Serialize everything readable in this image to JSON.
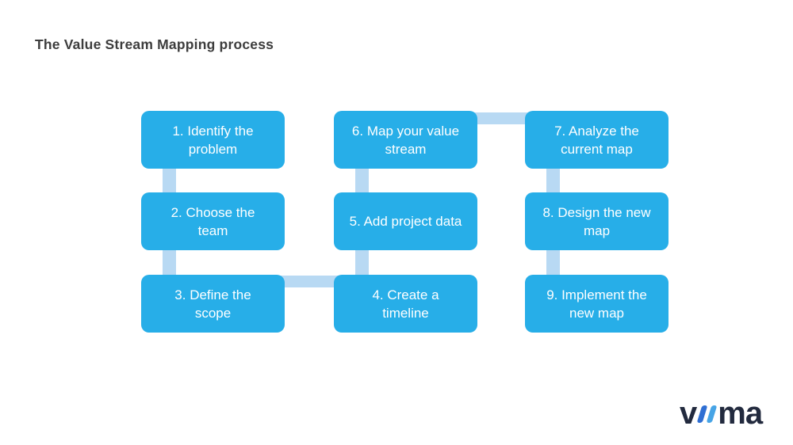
{
  "title": "The Value Stream Mapping process",
  "diagram": {
    "type": "process-flow",
    "flow_order": "1 > 2 > 3 > 4 > 5 > 6 > 7 > 8 > 9",
    "steps": [
      {
        "id": 1,
        "label": "1. Identify the\nproblem",
        "column": "left",
        "row": "top"
      },
      {
        "id": 2,
        "label": "2. Choose the\nteam",
        "column": "left",
        "row": "middle"
      },
      {
        "id": 3,
        "label": "3. Define the\nscope",
        "column": "left",
        "row": "bottom"
      },
      {
        "id": 4,
        "label": "4. Create a\ntimeline",
        "column": "middle",
        "row": "bottom"
      },
      {
        "id": 5,
        "label": "5. Add project data",
        "column": "middle",
        "row": "middle"
      },
      {
        "id": 6,
        "label": "6. Map your value\nstream",
        "column": "middle",
        "row": "top"
      },
      {
        "id": 7,
        "label": "7. Analyze the\ncurrent map",
        "column": "right",
        "row": "top"
      },
      {
        "id": 8,
        "label": "8. Design the new\nmap",
        "column": "right",
        "row": "middle"
      },
      {
        "id": 9,
        "label": "9. Implement the\nnew map",
        "column": "right",
        "row": "bottom"
      }
    ]
  },
  "colors": {
    "background": "#ffffff",
    "step_box": "#27aee8",
    "step_text": "#ffffff",
    "connector": "#b8d9f3",
    "title_text": "#3d3d3d",
    "logo_dark": "#222a3e",
    "logo_slash_left": "#2f6fd3",
    "logo_slash_right": "#47a4e6"
  },
  "logo": {
    "name": "viima",
    "part1": "v",
    "part2": "ma"
  }
}
